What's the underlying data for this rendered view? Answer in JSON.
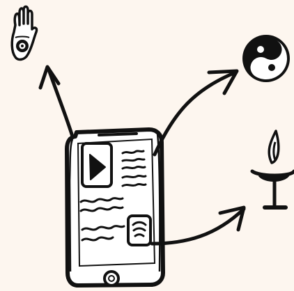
{
  "canvas": {
    "background_color": "#fdf6ef",
    "ink_color": "#111111",
    "paper_color": "#ffffff"
  },
  "illustration": {
    "center": {
      "object": "smartphone",
      "screen_items": [
        "play-icon",
        "text-lines",
        "wavy-text-lines",
        "audio-waves-icon"
      ],
      "home_button": "home-button"
    },
    "targets": [
      {
        "icon": "hamsa-hand-icon",
        "arrow": "arrow-to-hamsa"
      },
      {
        "icon": "yin-yang-icon",
        "arrow": "arrow-to-yin-yang"
      },
      {
        "icon": "chalice-flame-icon",
        "arrow": "arrow-to-chalice"
      }
    ]
  }
}
